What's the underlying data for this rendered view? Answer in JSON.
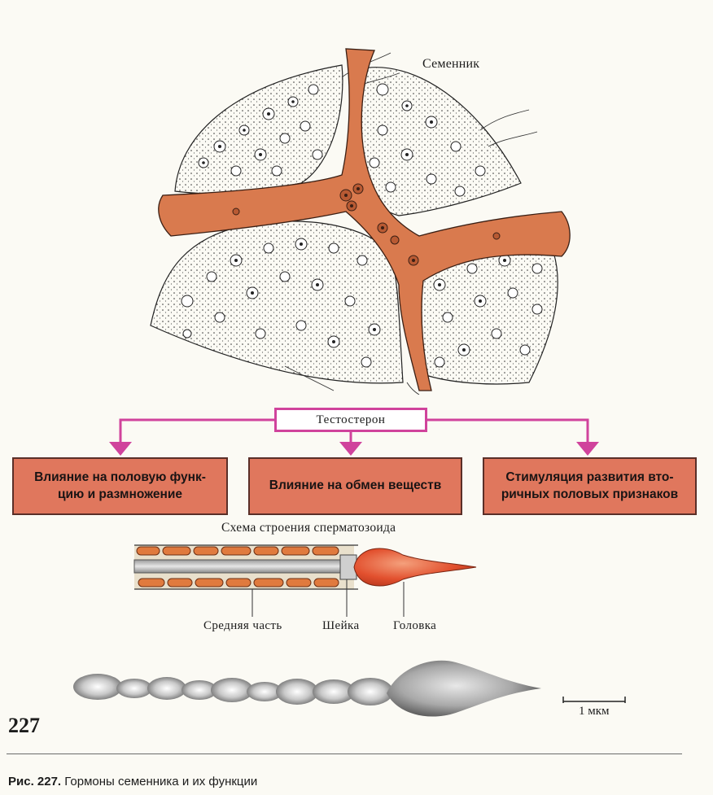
{
  "labels": {
    "testis": "Семенник",
    "hormone": "Тестостерон",
    "sperm_schema_title": "Схема строения сперматозоида",
    "midpiece": "Средняя часть",
    "neck": "Шейка",
    "head": "Головка",
    "scale_bar": "1 мкм",
    "page_number": "227"
  },
  "effects": [
    "Влияние на половую функ-\nцию и размножение",
    "Влияние на обмен веществ",
    "Стимуляция развития вто-\nричных половых признаков"
  ],
  "caption": {
    "prefix": "Рис. 227.",
    "text": "Гормоны семенника и их функции"
  },
  "colors": {
    "connective_tissue": "#d97a4e",
    "effect_box": "#e0775d",
    "connector": "#d0439c",
    "sperm_head": "#e2502e",
    "mitochondria": "#e07a3e"
  }
}
